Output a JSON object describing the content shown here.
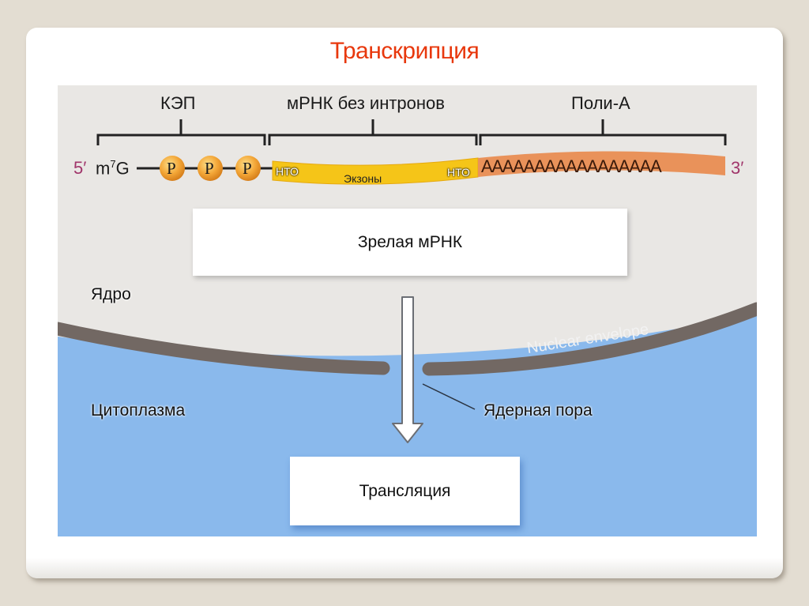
{
  "slide": {
    "title": "Транскрипция",
    "title_color": "#e8380d"
  },
  "diagram": {
    "brackets": [
      {
        "label": "КЭП"
      },
      {
        "label": "мРНК без интронов"
      },
      {
        "label": "Поли-А"
      }
    ],
    "strand": {
      "five_prime": "5′",
      "cap_base": "m",
      "cap_superscript": "7",
      "cap_letter": "G",
      "phosphates": [
        "P",
        "P",
        "P"
      ],
      "utr_left": "НТО",
      "exons": "Экзоны",
      "utr_right": "НТО",
      "poly_a": "AAAAAAAAAAAAAAAAA",
      "three_prime": "3′"
    },
    "mature_mrna_box": "Зрелая мРНК",
    "nucleus_label": "Ядро",
    "envelope_label": "Nuclear envelope",
    "cytoplasm_label": "Цитоплазма",
    "pore_label": "Ядерная пора",
    "translation_box": "Трансляция",
    "colors": {
      "nucleus": "#e9e7e4",
      "cytoplasm": "#8ab9ec",
      "envelope": "#726863",
      "mrna_body": "#f5c518",
      "poly_a_tail": "#e9925a",
      "phosphate": "#f0a030",
      "five_three_prime": "#a0356a"
    }
  }
}
